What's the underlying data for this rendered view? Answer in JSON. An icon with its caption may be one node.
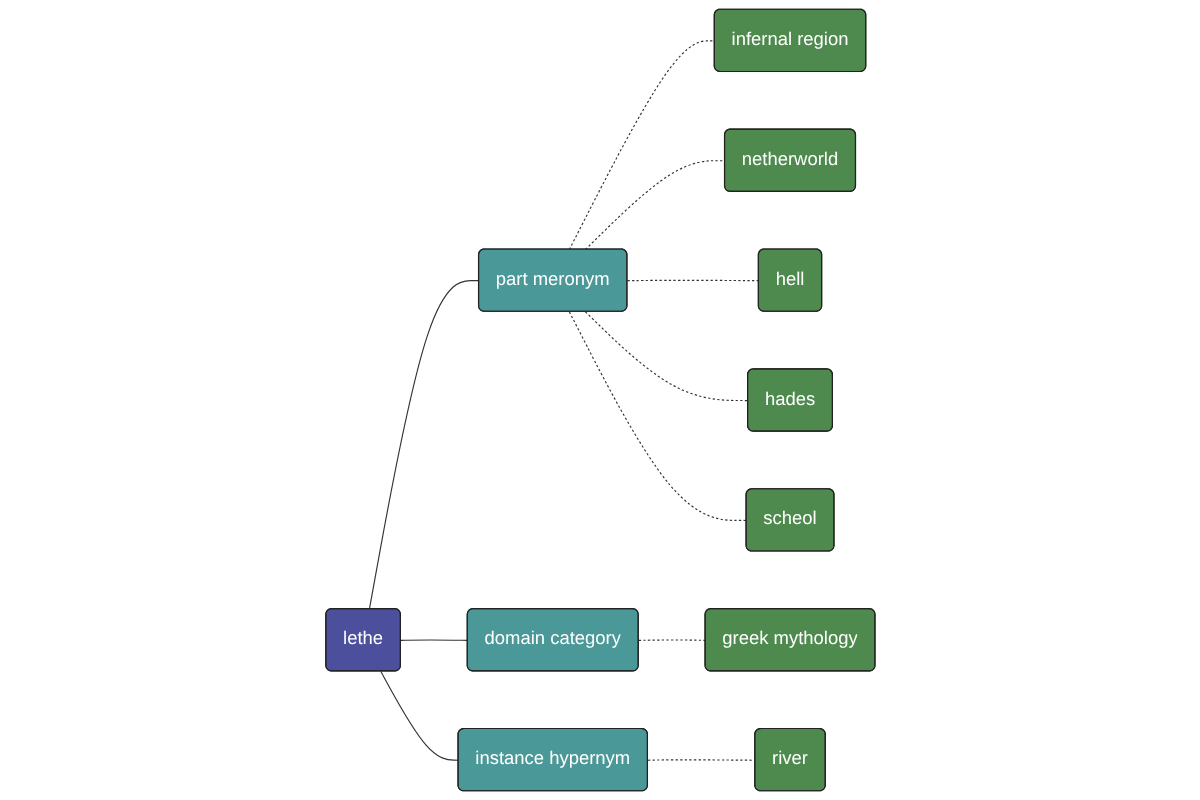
{
  "diagram": {
    "nodes": [
      {
        "text": [
          "lethe"
        ]
      },
      {
        "text": [
          "part meronym"
        ]
      },
      {
        "text": [
          "infernal region"
        ]
      },
      {
        "text": [
          "netherworld"
        ]
      },
      {
        "text": [
          "hell"
        ]
      },
      {
        "text": [
          "hades"
        ]
      },
      {
        "text": [
          "scheol"
        ]
      },
      {
        "text": [
          "domain category"
        ]
      },
      {
        "text": [
          "greek mythology"
        ]
      },
      {
        "text": [
          "instance hypernym"
        ]
      },
      {
        "text": [
          "river"
        ]
      }
    ],
    "edges": [
      {
        "from": 0,
        "to": 1,
        "arrow": "none"
      },
      {
        "from": 1,
        "to": 2,
        "arrow": "none",
        "style": "dashed"
      },
      {
        "from": 1,
        "to": 3,
        "arrow": "none",
        "style": "dashed"
      },
      {
        "from": 1,
        "to": 4,
        "arrow": "none",
        "style": "dashed"
      },
      {
        "from": 1,
        "to": 5,
        "arrow": "none",
        "style": "dashed"
      },
      {
        "from": 1,
        "to": 6,
        "arrow": "none",
        "style": "dashed"
      },
      {
        "from": 0,
        "to": 7,
        "arrow": "none"
      },
      {
        "from": 7,
        "to": 8,
        "arrow": "none",
        "style": "dashed"
      },
      {
        "from": 0,
        "to": 9,
        "arrow": "none"
      },
      {
        "from": 9,
        "to": 10,
        "arrow": "none",
        "style": "dashed"
      }
    ]
  }
}
